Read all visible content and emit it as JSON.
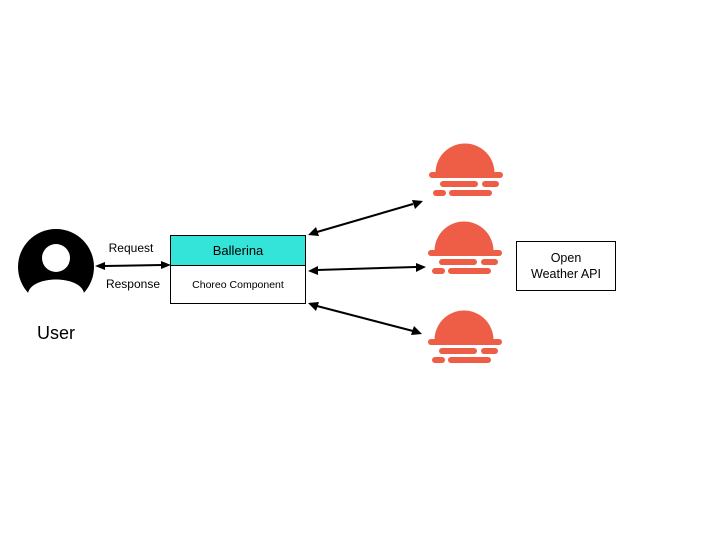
{
  "user": {
    "label": "User"
  },
  "connection": {
    "request_label": "Request",
    "response_label": "Response"
  },
  "component": {
    "header_label": "Ballerina",
    "body_label": "Choreo Component",
    "header_color": "#34E4D8"
  },
  "external_api": {
    "line1": "Open",
    "line2": "Weather API"
  },
  "colors": {
    "weather_icon": "#EE5D46",
    "user_icon": "#000000",
    "arrow": "#000000"
  },
  "icons": {
    "user": "user-avatar-icon",
    "service": "weather-sunset-icon"
  },
  "services": [
    {
      "icon": "weather-sunset-icon"
    },
    {
      "icon": "weather-sunset-icon"
    },
    {
      "icon": "weather-sunset-icon"
    }
  ]
}
